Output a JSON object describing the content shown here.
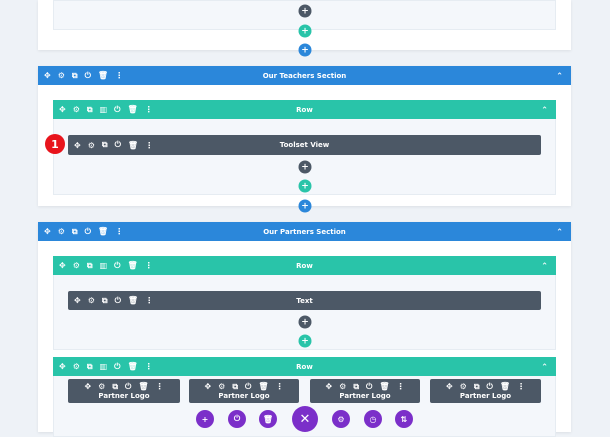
{
  "icons": {
    "move": "✥",
    "gear": "⚙",
    "dup": "⧉",
    "cols": "▥",
    "power": "⏻",
    "trash": "🗑",
    "more": "⋮",
    "chev": "⌃",
    "plus": "+"
  },
  "sections": [
    {
      "title": "Our Teachers Section"
    },
    {
      "title": "Our Partners Section"
    }
  ],
  "rows": {
    "label": "Row"
  },
  "modules": {
    "toolset": "Toolset View",
    "text": "Text",
    "logo": "Partner Logo"
  },
  "badge": "1",
  "toolbar": {
    "add": "+",
    "power": "⏻",
    "trash": "🗑",
    "close": "✕",
    "settings": "⚙",
    "history": "◷",
    "sort": "⇅"
  },
  "colors": {
    "section": "#2b87da",
    "row": "#29c4a9",
    "module": "#4c5866",
    "page_settings": "#7b2fc9",
    "badge": "#e8141c"
  }
}
